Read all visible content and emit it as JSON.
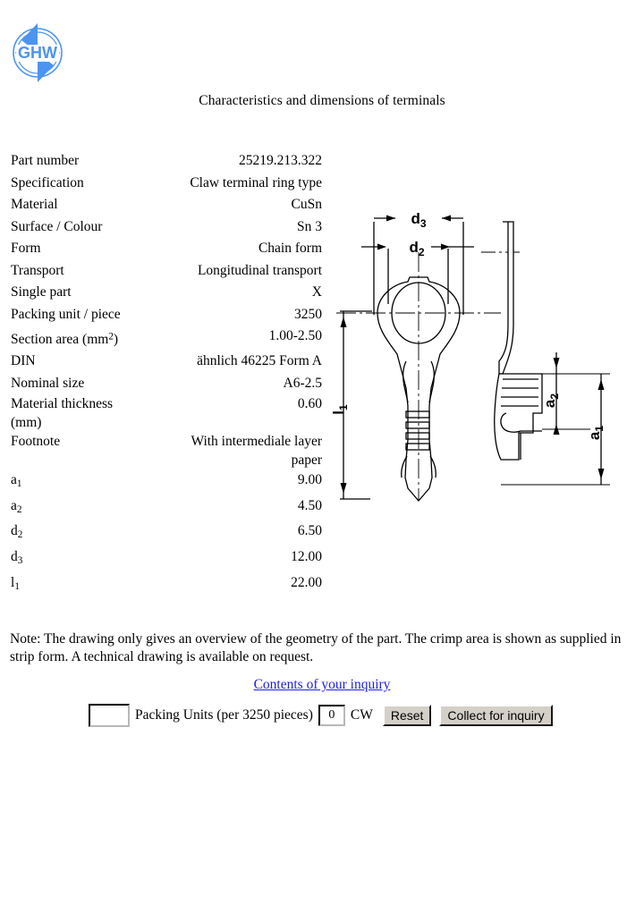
{
  "logo": {
    "text": "GHW",
    "color": "#4d94f0"
  },
  "title": "Characteristics and dimensions of terminals",
  "spec_table": {
    "rows": [
      {
        "label": "Part number",
        "value": "25219.213.322"
      },
      {
        "label": "Specification",
        "value": "Claw terminal ring type"
      },
      {
        "label": "Material",
        "value": "CuSn"
      },
      {
        "label": "Surface / Colour",
        "value": "Sn 3"
      },
      {
        "label": "Form",
        "value": "Chain form"
      },
      {
        "label": "Transport",
        "value": "Longitudinal transport"
      },
      {
        "label": "Single part",
        "value": "X"
      },
      {
        "label": "Packing unit / piece",
        "value": "3250"
      },
      {
        "label": "Section area (mm2)",
        "value": "1.00-2.50"
      },
      {
        "label": "DIN",
        "value": "ähnlich 46225 Form A"
      },
      {
        "label": "Nominal size",
        "value": "A6-2.5"
      },
      {
        "label": "Material thickness\n(mm)",
        "value": "0.60"
      },
      {
        "label": "Footnote",
        "value": "With intermediale layer\npaper"
      },
      {
        "label": "a1",
        "value": "9.00"
      },
      {
        "label": "a2",
        "value": "4.50"
      },
      {
        "label": "d2",
        "value": "6.50"
      },
      {
        "label": "d3",
        "value": "12.00"
      },
      {
        "label": "l1",
        "value": "22.00"
      }
    ]
  },
  "note": "Note: The drawing only gives an overview of the geometry of the part. The crimp area is shown as supplied in strip form. A technical drawing is available on request.",
  "inquiry_link": "Contents of your inquiry",
  "form": {
    "packing_units_value": "",
    "packing_units_label": "Packing Units (per 3250 pieces)",
    "quantity_value": "0",
    "currency_label": "CW",
    "reset_label": "Reset",
    "collect_label": "Collect for inquiry"
  },
  "drawing": {
    "labels": {
      "d3": "d3",
      "d2": "d2",
      "l1": "l1",
      "a1": "a1",
      "a2": "a2"
    }
  }
}
